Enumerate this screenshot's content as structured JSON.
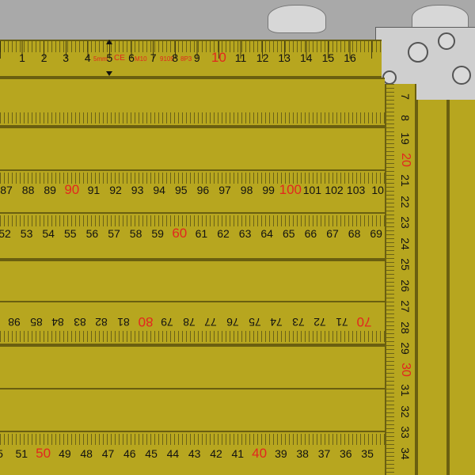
{
  "rows": [
    {
      "id": "top",
      "labels": [
        "1",
        "2",
        "3",
        "4",
        "5",
        "6",
        "7",
        "8",
        "9",
        "10",
        "11",
        "12",
        "13",
        "14",
        "15",
        "16"
      ],
      "red": [
        "10"
      ]
    },
    {
      "id": "row2",
      "labels": [
        "87",
        "88",
        "89",
        "90",
        "91",
        "92",
        "93",
        "94",
        "95",
        "96",
        "97",
        "98",
        "99",
        "100",
        "101",
        "102",
        "103",
        "10"
      ],
      "red": [
        "90",
        "100"
      ]
    },
    {
      "id": "row3",
      "labels": [
        "52",
        "53",
        "54",
        "55",
        "56",
        "57",
        "58",
        "59",
        "60",
        "61",
        "62",
        "63",
        "64",
        "65",
        "66",
        "67",
        "68",
        "69"
      ],
      "red": [
        "60"
      ]
    },
    {
      "id": "row4",
      "labels": [
        "98",
        "85",
        "84",
        "83",
        "82",
        "81",
        "80",
        "79",
        "78",
        "77",
        "76",
        "75",
        "74",
        "73",
        "72",
        "71",
        "70"
      ],
      "red": [
        "80",
        "70"
      ]
    },
    {
      "id": "row5",
      "labels": [
        "5",
        "51",
        "50",
        "49",
        "48",
        "47",
        "46",
        "45",
        "44",
        "43",
        "42",
        "41",
        "40",
        "39",
        "38",
        "37",
        "36",
        "35"
      ],
      "red": [
        "50",
        "40"
      ]
    }
  ],
  "vertical": {
    "labels": [
      "7",
      "8",
      "19",
      "20",
      "21",
      "22",
      "23",
      "24",
      "25",
      "26",
      "27",
      "28",
      "29",
      "30",
      "31",
      "32",
      "33",
      "34"
    ],
    "red": [
      "20",
      "30"
    ]
  },
  "top_markings": [
    "5mm",
    "CE",
    "M10",
    "9109",
    "8P3"
  ],
  "colors": {
    "tape": "#b7a61f",
    "red": "#e3261f"
  }
}
